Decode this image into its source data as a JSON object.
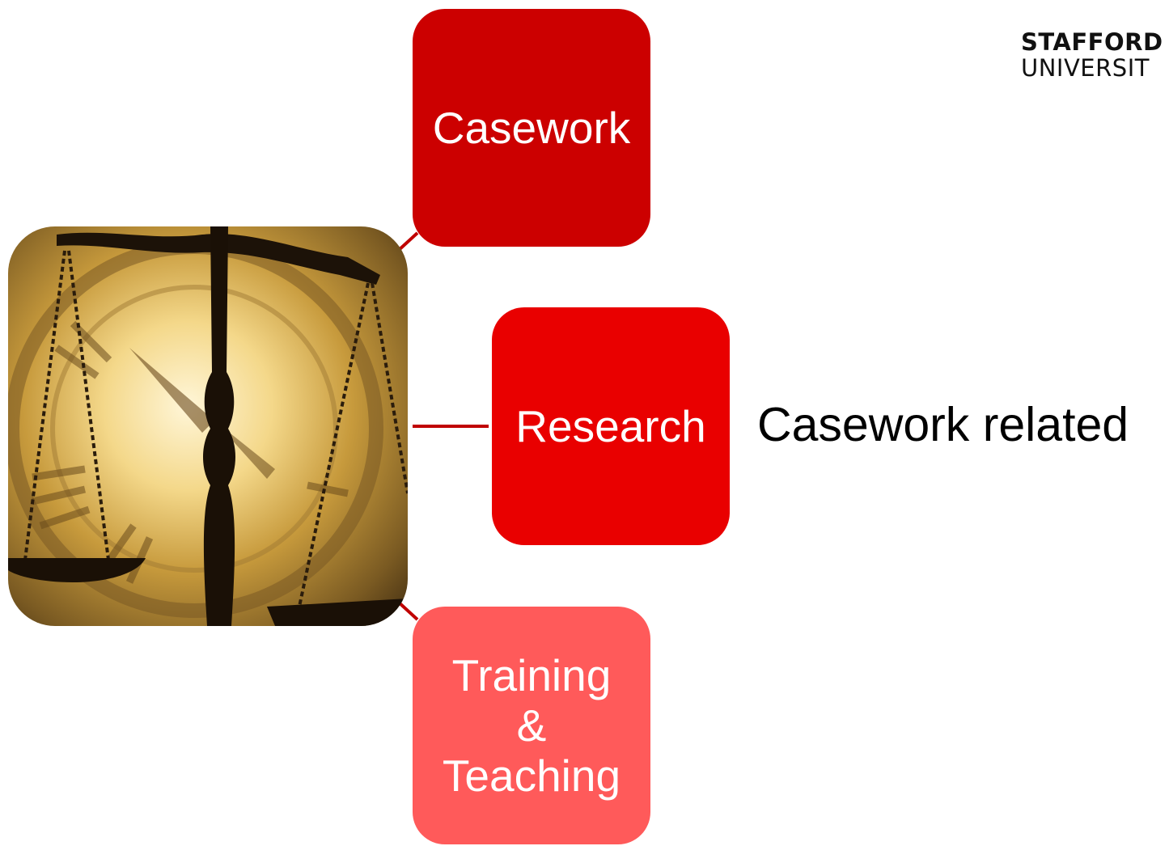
{
  "logo": {
    "line1": "STAFFORD",
    "line2": "UNIVERSIT"
  },
  "hub": {
    "image": "scales-of-justice-over-clock-image"
  },
  "nodes": [
    {
      "label": "Casework",
      "color": "#cc0000"
    },
    {
      "label": "Research",
      "color": "#e90000"
    },
    {
      "label": "Training\n&\nTeaching",
      "color": "#ff5a5a"
    }
  ],
  "connector_color": "#c00000",
  "side_text": "Casework related"
}
